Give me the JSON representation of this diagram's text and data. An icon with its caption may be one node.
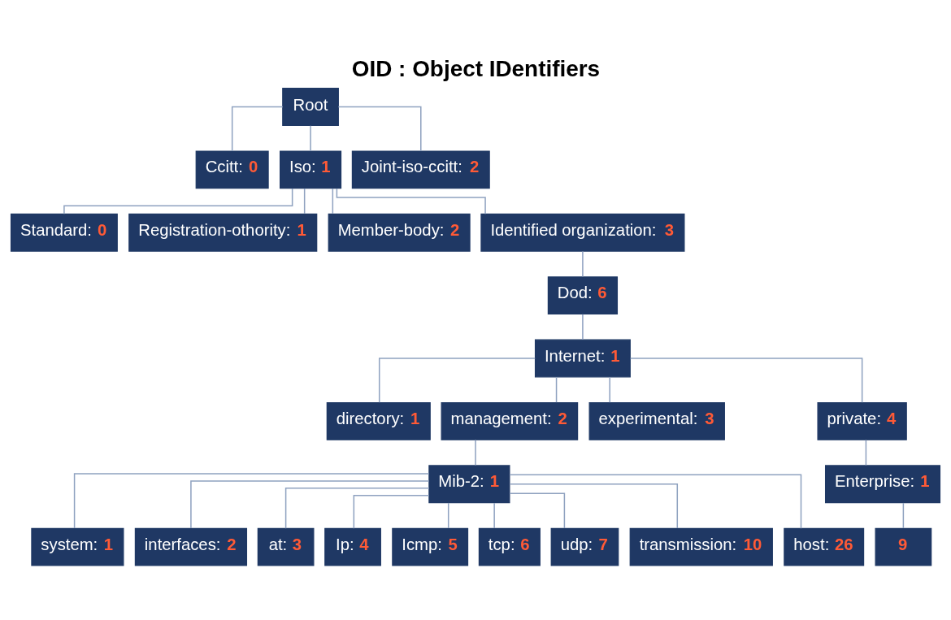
{
  "diagram": {
    "title": "OID : Object IDentifiers",
    "nodes": [
      {
        "text": [
          "Root"
        ]
      },
      {
        "text": [
          "Ccitt: 0"
        ]
      },
      {
        "text": [
          "Iso: 1"
        ]
      },
      {
        "text": [
          "Joint-iso-ccitt: 2"
        ]
      },
      {
        "text": [
          "Standard: 0"
        ]
      },
      {
        "text": [
          "Registration-othority: 1"
        ]
      },
      {
        "text": [
          "Member-body: 2"
        ]
      },
      {
        "text": [
          "Identified organization: 3"
        ]
      },
      {
        "text": [
          "Dod: 6"
        ]
      },
      {
        "text": [
          "Internet: 1"
        ]
      },
      {
        "text": [
          "directory: 1"
        ]
      },
      {
        "text": [
          "management: 2"
        ]
      },
      {
        "text": [
          "experimental: 3"
        ]
      },
      {
        "text": [
          "private: 4"
        ]
      },
      {
        "text": [
          "Mib-2: 1"
        ]
      },
      {
        "text": [
          "Enterprise: 1"
        ]
      },
      {
        "text": [
          "9"
        ]
      },
      {
        "text": [
          "system: 1"
        ]
      },
      {
        "text": [
          "interfaces: 2"
        ]
      },
      {
        "text": [
          "at: 3"
        ]
      },
      {
        "text": [
          "Ip: 4"
        ]
      },
      {
        "text": [
          "Icmp: 5"
        ]
      },
      {
        "text": [
          "tcp: 6"
        ]
      },
      {
        "text": [
          "udp: 7"
        ]
      },
      {
        "text": [
          "transmission: 10"
        ]
      },
      {
        "text": [
          "host: 26"
        ]
      }
    ],
    "edges": [
      {
        "from": 0,
        "to": 1,
        "arrow": "none"
      },
      {
        "from": 0,
        "to": 2,
        "arrow": "none"
      },
      {
        "from": 0,
        "to": 3,
        "arrow": "none"
      },
      {
        "from": 2,
        "to": 4,
        "arrow": "none"
      },
      {
        "from": 2,
        "to": 5,
        "arrow": "none"
      },
      {
        "from": 2,
        "to": 6,
        "arrow": "none"
      },
      {
        "from": 2,
        "to": 7,
        "arrow": "none"
      },
      {
        "from": 7,
        "to": 8,
        "arrow": "none"
      },
      {
        "from": 8,
        "to": 9,
        "arrow": "none"
      },
      {
        "from": 9,
        "to": 10,
        "arrow": "none"
      },
      {
        "from": 9,
        "to": 11,
        "arrow": "none"
      },
      {
        "from": 9,
        "to": 12,
        "arrow": "none"
      },
      {
        "from": 9,
        "to": 13,
        "arrow": "none"
      },
      {
        "from": 11,
        "to": 14,
        "arrow": "none"
      },
      {
        "from": 13,
        "to": 15,
        "arrow": "none"
      },
      {
        "from": 15,
        "to": 16,
        "arrow": "none"
      },
      {
        "from": 14,
        "to": 17,
        "arrow": "none"
      },
      {
        "from": 14,
        "to": 18,
        "arrow": "none"
      },
      {
        "from": 14,
        "to": 19,
        "arrow": "none"
      },
      {
        "from": 14,
        "to": 20,
        "arrow": "none"
      },
      {
        "from": 14,
        "to": 21,
        "arrow": "none"
      },
      {
        "from": 14,
        "to": 22,
        "arrow": "none"
      },
      {
        "from": 14,
        "to": 23,
        "arrow": "none"
      },
      {
        "from": 14,
        "to": 24,
        "arrow": "none"
      },
      {
        "from": 14,
        "to": 25,
        "arrow": "none"
      }
    ]
  }
}
